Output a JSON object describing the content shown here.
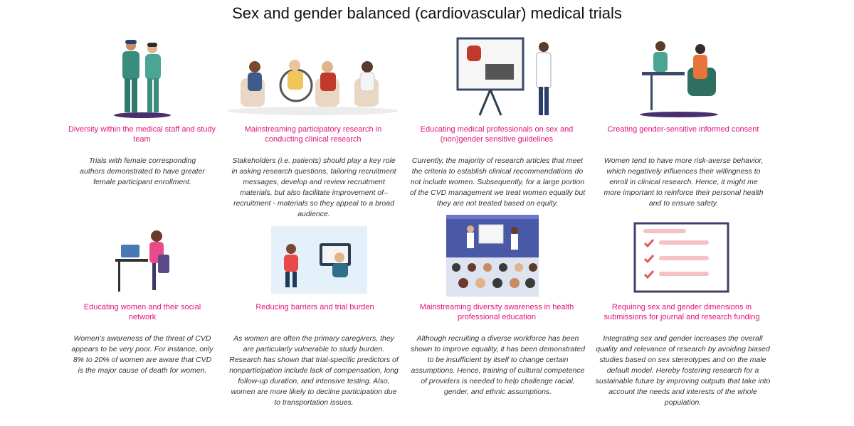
{
  "title": "Sex and gender balanced (cardiovascular) medical trials",
  "colors": {
    "heading": "#e0137d",
    "text": "#333333",
    "teal": "#3a8c7e",
    "purple": "#5a3a7a"
  },
  "items": [
    {
      "heading": "Diversity within the medical staff and study team",
      "text": "Trials with female corresponding authors demonstrated to have greater female participant enrollment.",
      "icon": "medical-staff-illustration"
    },
    {
      "heading": "Mainstreaming participatory research in conducting clinical research",
      "text": "Stakeholders (i.e. patients) should play a key role in asking research questions, tailoring recruitment messages, develop and review recruitment materials, but also facilitate improvement  of– recruitment - materials so they appeal to a broad audience.",
      "icon": "group-discussion-illustration"
    },
    {
      "heading": "Educating medical professionals on sex and (non)gender sensitive guidelines",
      "text": "Currently, the majority of research articles that meet the criteria to establish clinical recommendations do not include women. Subsequently, for a large portion of the CVD management we treat women equally but they are not treated based on equity.",
      "icon": "presentation-board-illustration"
    },
    {
      "heading": "Creating gender-sensitive informed consent",
      "text": "Women tend to have more risk-averse behavior, which negatively influences their willingness to enroll in clinical research. Hence, it might me more important to reinforce their personal health and to ensure safety.",
      "icon": "consultation-illustration"
    },
    {
      "heading": "Educating women and their social network",
      "text": "Women’s awareness of the threat of CVD appears to be very poor. For instance, only 8% to 20% of women are aware that CVD is the major cause of death for women.",
      "icon": "woman-laptop-illustration"
    },
    {
      "heading": "Reducing barriers and trial burden",
      "text": "As women are often the primary caregivers, they are particularly vulnerable to study burden. Research has shown that trial-specific predictors of nonparticipation include lack of compensation, long follow-up duration, and intensive testing. Also, women are more likely to decline participation due to transportation issues.",
      "icon": "video-call-illustration"
    },
    {
      "heading": "Mainstreaming diversity awareness in health professional education",
      "text": "Although recruiting a diverse workforce has been shown to improve equality, it has been demonstrated to be insufficient by itself to change certain assumptions. Hence, training of cultural competence of providers is needed to help challenge racial, gender, and ethnic assumptions.",
      "icon": "lecture-audience-illustration"
    },
    {
      "heading": "Requiring sex and gender dimensions in submissions for journal and research funding",
      "text": "Integrating sex and gender increases the overall quality and relevance of research by avoiding biased studies based on sex stereotypes and on the male default model. Hereby fostering research for a sustainable future by improving outputs that take into account the needs and interests of the whole population.",
      "icon": "checklist-illustration"
    }
  ]
}
